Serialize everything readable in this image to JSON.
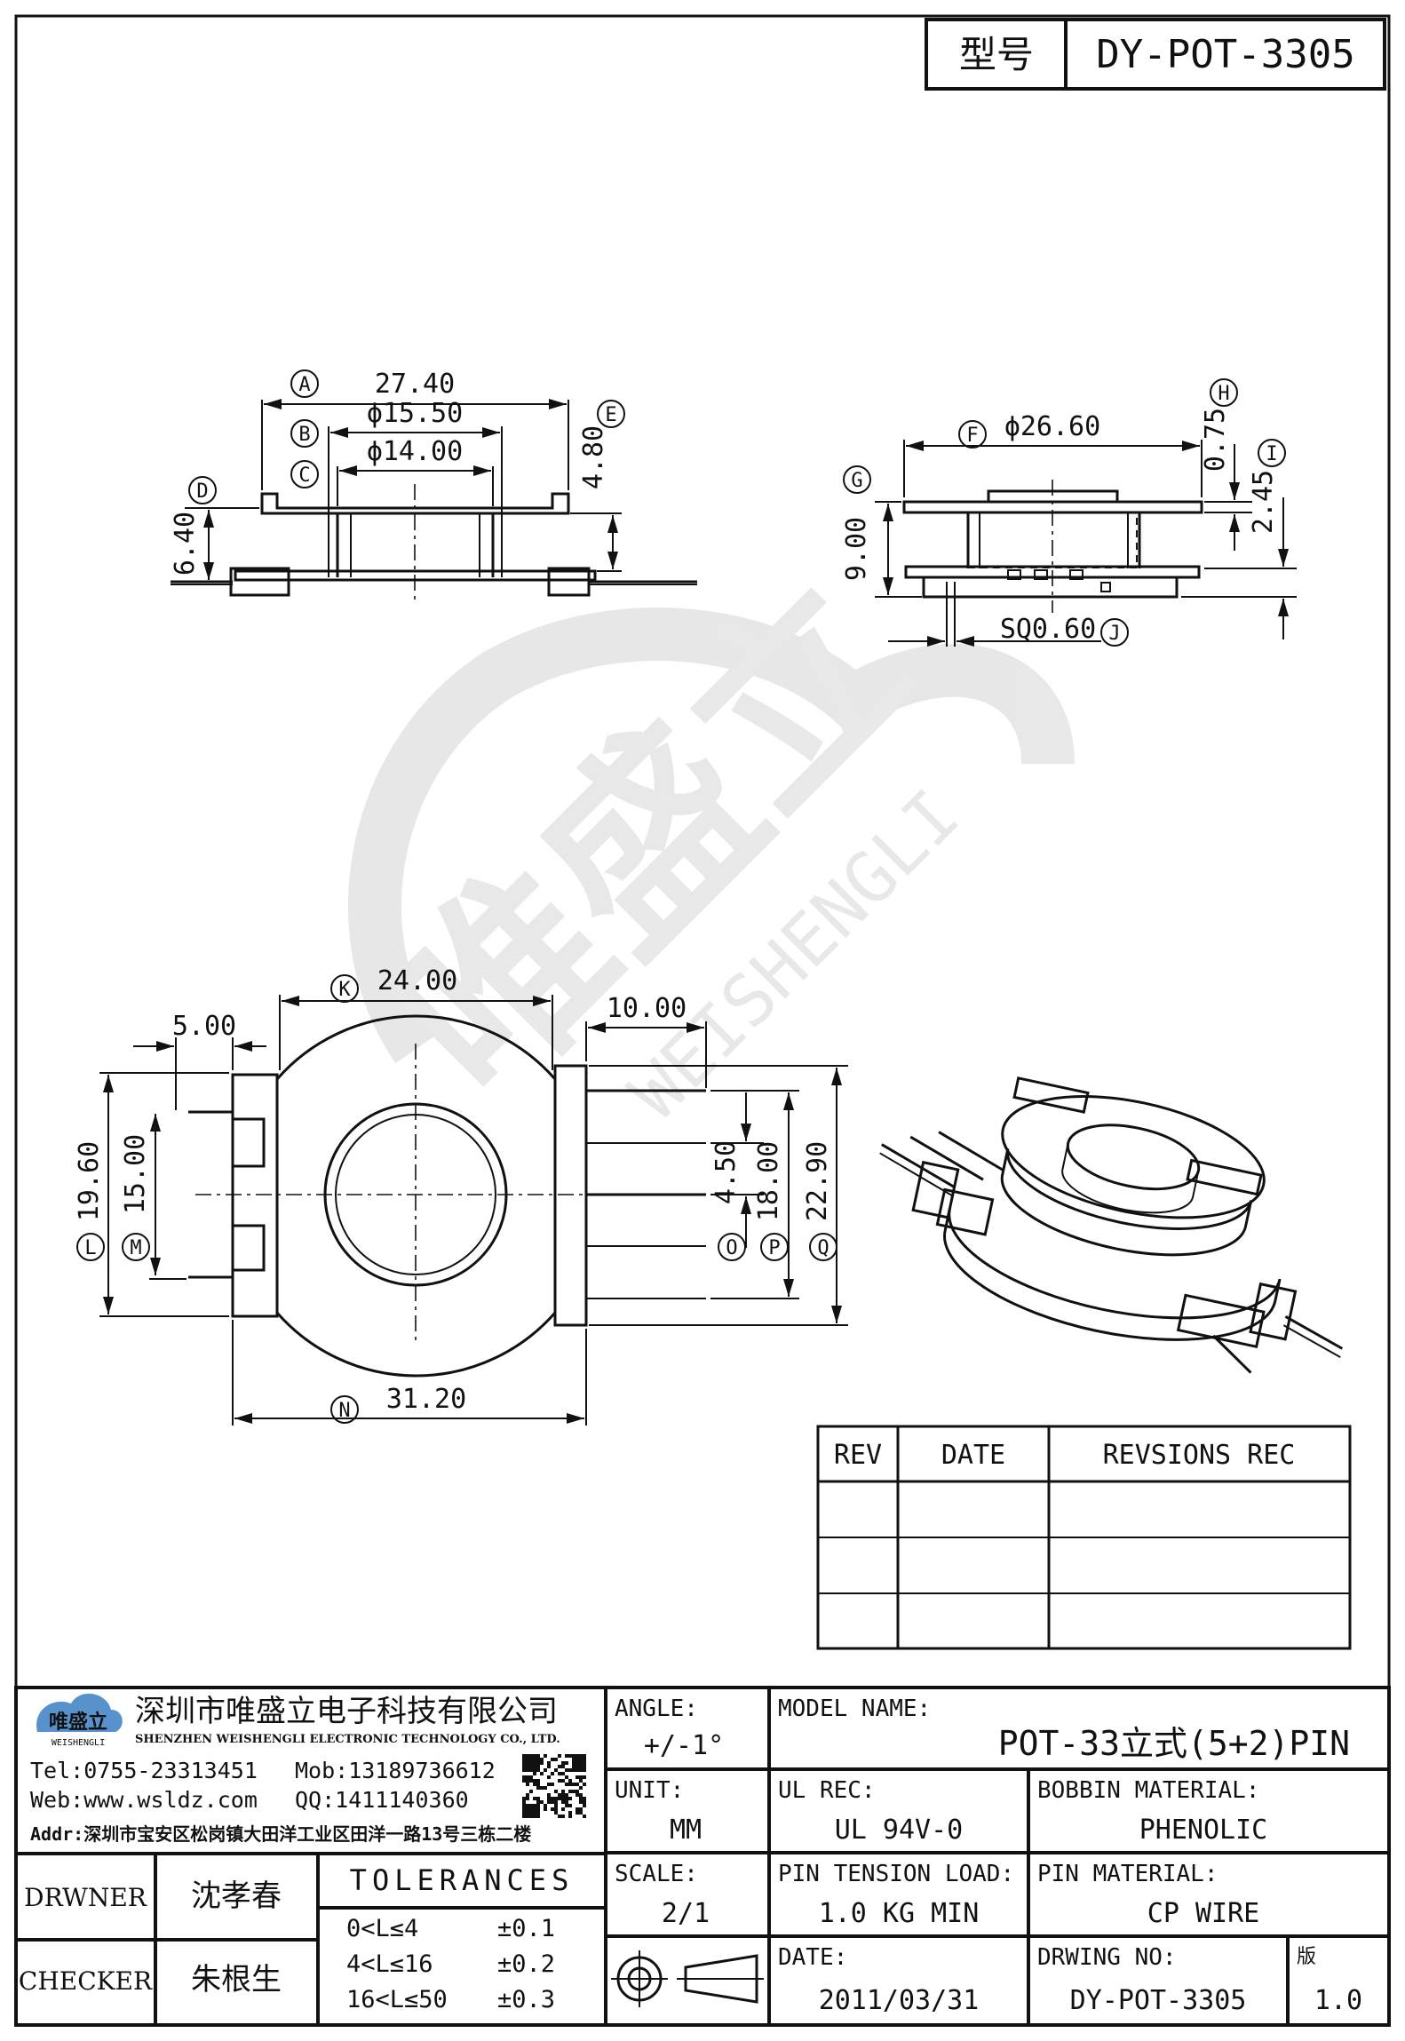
{
  "title_block_top": {
    "label": "型号",
    "value": "DY-POT-3305"
  },
  "dims": {
    "a": "27.40",
    "b": "ϕ15.50",
    "c": "ϕ14.00",
    "d": "6.40",
    "e": "4.80",
    "f": "ϕ26.60",
    "g": "9.00",
    "h": "0.75",
    "i": "2.45",
    "j": "SQ0.60",
    "k": "24.00",
    "five": "5.00",
    "ten": "10.00",
    "l": "19.60",
    "m": "15.00",
    "n": "31.20",
    "o": "4.50",
    "p": "18.00",
    "q": "22.90"
  },
  "balloons": [
    "A",
    "B",
    "C",
    "D",
    "E",
    "F",
    "G",
    "H",
    "I",
    "J",
    "K",
    "L",
    "M",
    "N",
    "O",
    "P",
    "Q"
  ],
  "watermark": {
    "cn": "唯盛立",
    "en": "WEISHENGLI"
  },
  "revision_table": {
    "headers": [
      "REV",
      "DATE",
      "REVSIONS REC"
    ],
    "rows": [
      [
        "",
        "",
        ""
      ],
      [
        "",
        "",
        ""
      ],
      [
        "",
        "",
        ""
      ]
    ]
  },
  "company": {
    "logo_text": "唯盛立",
    "logo_sub": "WEISHENGLI",
    "name_cn": "深圳市唯盛立电子科技有限公司",
    "name_en": "SHENZHEN WEISHENGLI ELECTRONIC TECHNOLOGY CO., LTD.",
    "tel": "Tel:0755-23313451",
    "mob": "Mob:13189736612",
    "web": "Web:www.wsldz.com",
    "qq": "QQ:1411140360",
    "addr": "Addr:深圳市宝安区松岗镇大田洋工业区田洋一路13号三栋二楼"
  },
  "fields": {
    "angle_label": "ANGLE:",
    "angle_value": "+/-1°",
    "model_label": "MODEL NAME:",
    "model_value": "POT-33立式(5+2)PIN",
    "unit_label": "UNIT:",
    "unit_value": "MM",
    "ul_label": "UL REC:",
    "ul_value": "UL 94V-0",
    "bobbin_label": "BOBBIN MATERIAL:",
    "bobbin_value": "PHENOLIC",
    "scale_label": "SCALE:",
    "scale_value": "2/1",
    "tension_label": "PIN TENSION LOAD:",
    "tension_value": "1.0 KG MIN",
    "pin_label": "PIN MATERIAL:",
    "pin_value": "CP WIRE",
    "date_label": "DATE:",
    "date_value": "2011/03/31",
    "dwg_label": "DRWING NO:",
    "dwg_value": "DY-POT-3305",
    "ver_label": "版",
    "ver_value": "1.0",
    "drawer_label": "DRWNER",
    "drawer_value": "沈孝春",
    "checker_label": "CHECKER",
    "checker_value": "朱根生",
    "tolerances_label": "TOLERANCES",
    "tol_rows": [
      {
        "range": "0<L≤4",
        "tol": "±0.1"
      },
      {
        "range": "4<L≤16",
        "tol": "±0.2"
      },
      {
        "range": "16<L≤50",
        "tol": "±0.3"
      }
    ]
  }
}
